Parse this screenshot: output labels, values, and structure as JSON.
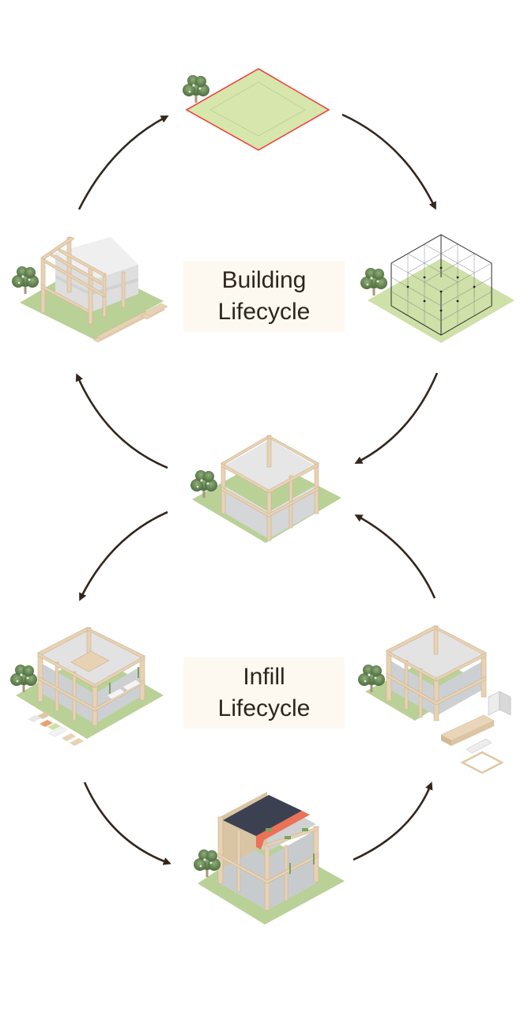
{
  "diagram": {
    "cycles": [
      {
        "id": "building",
        "title_line1": "Building",
        "title_line2": "Lifecycle"
      },
      {
        "id": "infill",
        "title_line1": "Infill",
        "title_line2": "Lifecycle"
      }
    ],
    "stages": [
      {
        "id": "site",
        "icon": "empty-site-plot"
      },
      {
        "id": "grid",
        "icon": "structural-grid"
      },
      {
        "id": "frame",
        "icon": "timber-frame-shell"
      },
      {
        "id": "deconstruct",
        "icon": "partial-frame-with-stacked-beams"
      },
      {
        "id": "infill-fit",
        "icon": "frame-with-infill-modules"
      },
      {
        "id": "complete",
        "icon": "completed-building-solar-roof"
      },
      {
        "id": "infill-remove",
        "icon": "frame-with-removed-infill-parts"
      }
    ],
    "arrows": [
      {
        "from": "deconstruct",
        "to": "site"
      },
      {
        "from": "site",
        "to": "grid"
      },
      {
        "from": "grid",
        "to": "frame"
      },
      {
        "from": "frame",
        "to": "deconstruct"
      },
      {
        "from": "frame",
        "to": "infill-fit"
      },
      {
        "from": "infill-fit",
        "to": "complete"
      },
      {
        "from": "complete",
        "to": "infill-remove"
      },
      {
        "from": "infill-remove",
        "to": "frame"
      }
    ],
    "colors": {
      "arrow": "#32261d",
      "label_bg": "#fdf9f1",
      "label_text": "#2e251d",
      "grass": "#cfe0a8",
      "grass_dark": "#a9c38a",
      "site_outline": "#e8483f",
      "timber": "#e7d2b4",
      "timber_dark": "#cdb391",
      "slab": "#e4e4e4",
      "glass": "#c9cbcd",
      "tree": "#5d7e4c",
      "solar": "#3b4150",
      "awning": "#ec7156"
    }
  }
}
